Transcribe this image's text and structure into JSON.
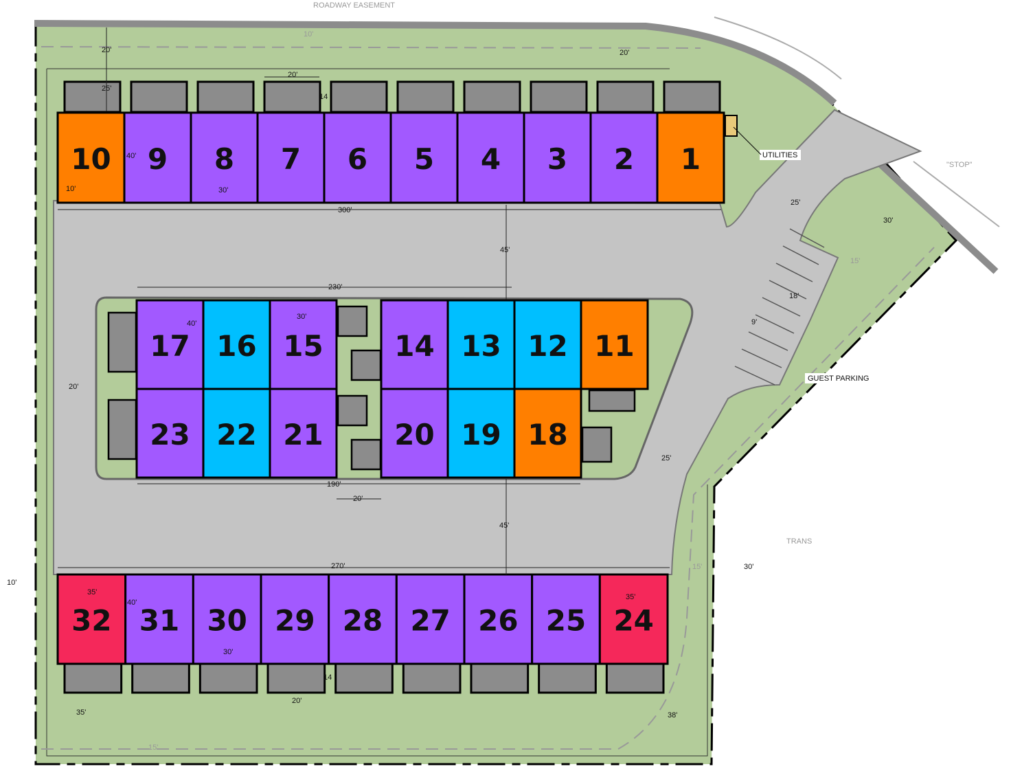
{
  "labels": {
    "roadway_easement": "ROADWAY EASEMENT",
    "utilities": "UTILITIES",
    "stop": "\"STOP\"",
    "guest_parking": "GUEST PARKING",
    "trans": "TRANS"
  },
  "colors": {
    "orange": "#ff7f00",
    "purple": "#a259ff",
    "blue": "#00bfff",
    "red": "#f5285a",
    "green": "#b3cc9a",
    "asphalt": "#c4c4c4",
    "garage": "#8c8c8c",
    "utility": "#e8c97a"
  },
  "units": {
    "top_row": [
      {
        "number": "10",
        "color": "orange"
      },
      {
        "number": "9",
        "color": "purple"
      },
      {
        "number": "8",
        "color": "purple"
      },
      {
        "number": "7",
        "color": "purple"
      },
      {
        "number": "6",
        "color": "purple"
      },
      {
        "number": "5",
        "color": "purple"
      },
      {
        "number": "4",
        "color": "purple"
      },
      {
        "number": "3",
        "color": "purple"
      },
      {
        "number": "2",
        "color": "purple"
      },
      {
        "number": "1",
        "color": "orange"
      }
    ],
    "middle_top_left": [
      {
        "number": "17",
        "color": "purple"
      },
      {
        "number": "16",
        "color": "blue"
      },
      {
        "number": "15",
        "color": "purple"
      }
    ],
    "middle_top_right": [
      {
        "number": "14",
        "color": "purple"
      },
      {
        "number": "13",
        "color": "blue"
      },
      {
        "number": "12",
        "color": "blue"
      },
      {
        "number": "11",
        "color": "orange"
      }
    ],
    "middle_bottom_left": [
      {
        "number": "23",
        "color": "purple"
      },
      {
        "number": "22",
        "color": "blue"
      },
      {
        "number": "21",
        "color": "purple"
      }
    ],
    "middle_bottom_right": [
      {
        "number": "20",
        "color": "purple"
      },
      {
        "number": "19",
        "color": "blue"
      },
      {
        "number": "18",
        "color": "orange"
      }
    ],
    "bottom_row": [
      {
        "number": "32",
        "color": "red"
      },
      {
        "number": "31",
        "color": "purple"
      },
      {
        "number": "30",
        "color": "purple"
      },
      {
        "number": "29",
        "color": "purple"
      },
      {
        "number": "28",
        "color": "purple"
      },
      {
        "number": "27",
        "color": "purple"
      },
      {
        "number": "26",
        "color": "purple"
      },
      {
        "number": "25",
        "color": "purple"
      },
      {
        "number": "24",
        "color": "red"
      }
    ]
  },
  "dims": {
    "easement_10": "10'",
    "top_setback_20": "20'",
    "top_setback_25": "25'",
    "garage_width_20": "20'",
    "garage_depth_14": "14",
    "top_right_20": "20'",
    "unit_depth_40": "40'",
    "unit_width_30": "30'",
    "side_10": "10'",
    "top_length_300": "300'",
    "aisle_45_top": "45'",
    "mid_length_230": "230'",
    "mid_unit_30": "30'",
    "mid_depth_40": "40'",
    "island_20": "20'",
    "mid_length_190": "190'",
    "gap_20": "20'",
    "aisle_45_bottom": "45'",
    "bottom_length_270": "270'",
    "side_10_bottom": "10'",
    "end_unit_35_left": "35'",
    "end_unit_35_right": "35'",
    "bottom_depth_40": "40'",
    "bottom_width_30": "30'",
    "bottom_garage_14": "14",
    "bottom_garage_20": "20'",
    "bottom_setback_35": "35'",
    "bottom_right_38": "38'",
    "bottom_15": "15'",
    "drive_25": "25'",
    "landscape_30": "30'",
    "landscape_15": "15'",
    "stall_18": "18'",
    "stall_9": "9'",
    "aisle_25_right": "25'",
    "right_15": "15'",
    "right_30": "30'"
  }
}
